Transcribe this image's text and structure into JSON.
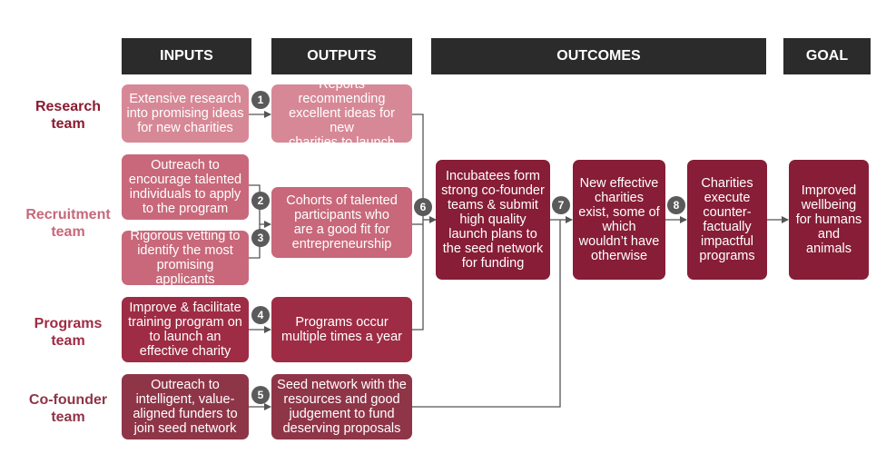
{
  "headers": {
    "inputs": "INPUTS",
    "outputs": "OUTPUTS",
    "outcomes": "OUTCOMES",
    "goal": "GOAL"
  },
  "teams": {
    "research": "Research\nteam",
    "recruitment": "Recruitment\nteam",
    "programs": "Programs\nteam",
    "cofounder": "Co-founder\nteam"
  },
  "team_colors": {
    "research": "#8b1a30",
    "recruitment": "#c8687a",
    "programs": "#9e2c44",
    "cofounder": "#8f3548"
  },
  "inputs": [
    "Extensive research\ninto promising ideas\nfor new charities",
    "Outreach to\nencourage talented\nindividuals to apply\nto the program",
    "Rigorous vetting to\nidentify the most\npromising applicants",
    "Improve & facilitate\ntraining program on\nto launch an\neffective charity",
    "Outreach to\nintelligent, value-\naligned funders to\njoin seed network"
  ],
  "outputs": [
    "Reports recommending\nexcellent ideas for new\ncharities to launch",
    "Cohorts of talented\nparticipants who\nare a good fit for\nentrepreneurship",
    "Programs occur\nmultiple times a year",
    "Seed network with the\nresources and good\njudgement to fund\ndeserving proposals"
  ],
  "outcomes": [
    "Incubatees form\nstrong co-founder\nteams & submit\nhigh quality\nlaunch plans to\nthe seed network\nfor funding",
    "New effective\ncharities\nexist, some of\nwhich\nwouldn’t have\notherwise",
    "Charities\nexecute\ncounter-\nfactually\nimpactful\nprograms"
  ],
  "goal": "Improved\nwellbeing for humans\nand animals",
  "badges": [
    "1",
    "2",
    "3",
    "4",
    "5",
    "6",
    "7",
    "8"
  ]
}
